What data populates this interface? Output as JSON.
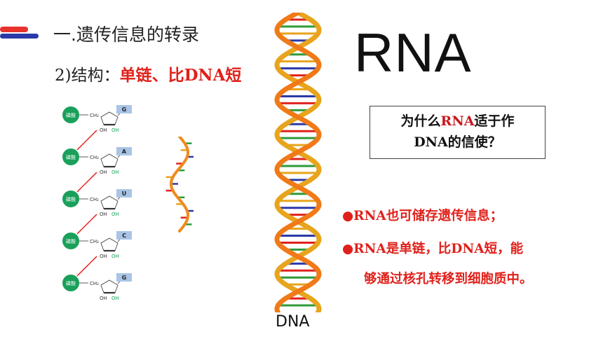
{
  "slide": {
    "title": "一.遗传信息的转录",
    "subtitle_prefix": "2)结构：",
    "subtitle_highlight": "单链、比DNA短",
    "rna_heading": "RNA",
    "question_part1": "为什么",
    "question_rna": "RNA",
    "question_part2": "适于作",
    "question_line2": "DNA的信使？",
    "bullet_1": "●RNA也可储存遗传信息；",
    "bullet_2": "●RNA是单链，比DNA短，能",
    "bullet_2_cont": "够通过核孔转移到细胞质中。",
    "dna_label": "DNA"
  },
  "nucleotide_diagram": {
    "phosphate_label": "磷酸",
    "sugar_text": "CH₂",
    "bases": [
      "G",
      "A",
      "U",
      "C",
      "G"
    ],
    "oh_label": "OH"
  },
  "colors": {
    "red": "#e0211b",
    "green_circle": "#1aa05a",
    "base_box": "#a9c4e6",
    "deco_red": "#e8322c",
    "deco_blue": "#2b3aa8"
  }
}
